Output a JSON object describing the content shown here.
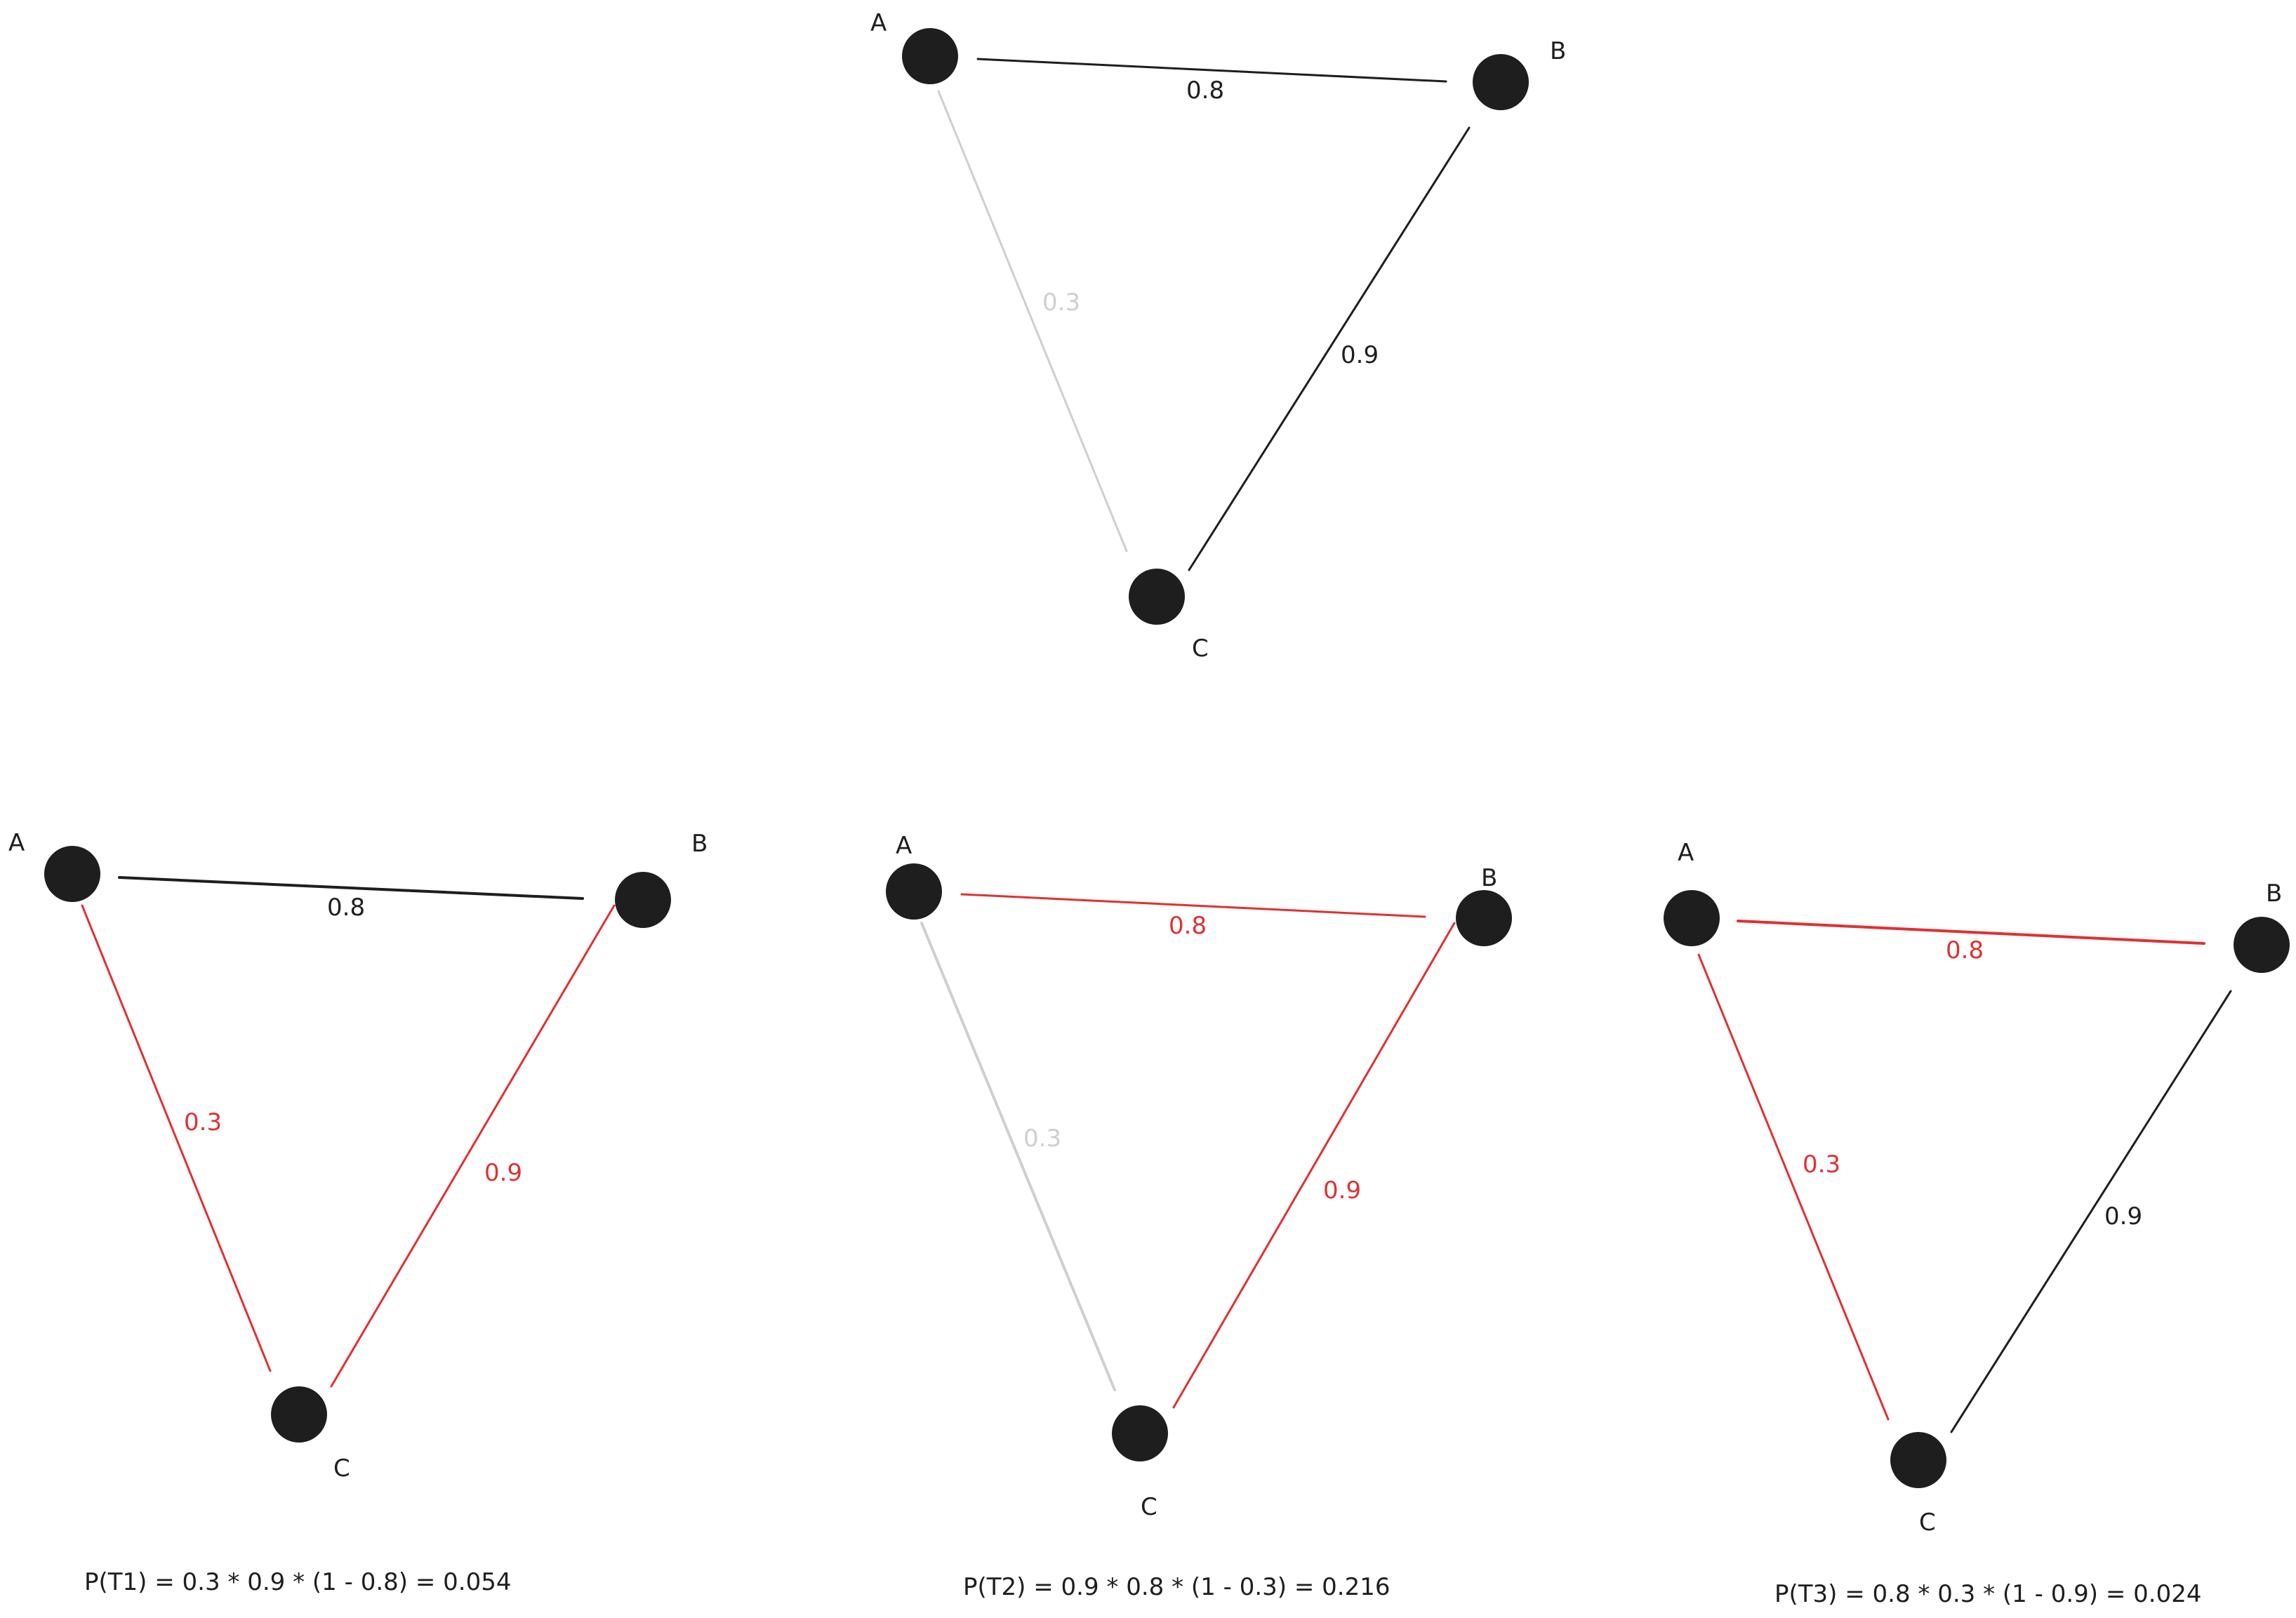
{
  "colors": {
    "node": "#1e1e1e",
    "black": "#1e1e1e",
    "red": "#e03131",
    "gray": "#cfcfcf"
  },
  "graphs": [
    {
      "id": "g",
      "nodes": {
        "A": "A",
        "B": "B",
        "C": "C"
      },
      "edges": {
        "AB": {
          "label": "0.8",
          "color": "black"
        },
        "BC": {
          "label": "0.9",
          "color": "black"
        },
        "AC": {
          "label": "0.3",
          "color": "gray"
        }
      },
      "formula": ""
    },
    {
      "id": "t1",
      "nodes": {
        "A": "A",
        "B": "B",
        "C": "C"
      },
      "edges": {
        "AB": {
          "label": "0.8",
          "color": "black"
        },
        "BC": {
          "label": "0.9",
          "color": "red"
        },
        "AC": {
          "label": "0.3",
          "color": "red"
        }
      },
      "formula": "P(T1) = 0.3 * 0.9 * (1 - 0.8) = 0.054"
    },
    {
      "id": "t2",
      "nodes": {
        "A": "A",
        "B": "B",
        "C": "C"
      },
      "edges": {
        "AB": {
          "label": "0.8",
          "color": "red"
        },
        "BC": {
          "label": "0.9",
          "color": "red"
        },
        "AC": {
          "label": "0.3",
          "color": "gray"
        }
      },
      "formula": "P(T2) = 0.9 * 0.8 * (1 - 0.3) = 0.216"
    },
    {
      "id": "t3",
      "nodes": {
        "A": "A",
        "B": "B",
        "C": "C"
      },
      "edges": {
        "AB": {
          "label": "0.8",
          "color": "red"
        },
        "BC": {
          "label": "0.9",
          "color": "black"
        },
        "AC": {
          "label": "0.3",
          "color": "red"
        }
      },
      "formula": "P(T3) = 0.8 * 0.3 * (1 - 0.9) = 0.024"
    }
  ]
}
